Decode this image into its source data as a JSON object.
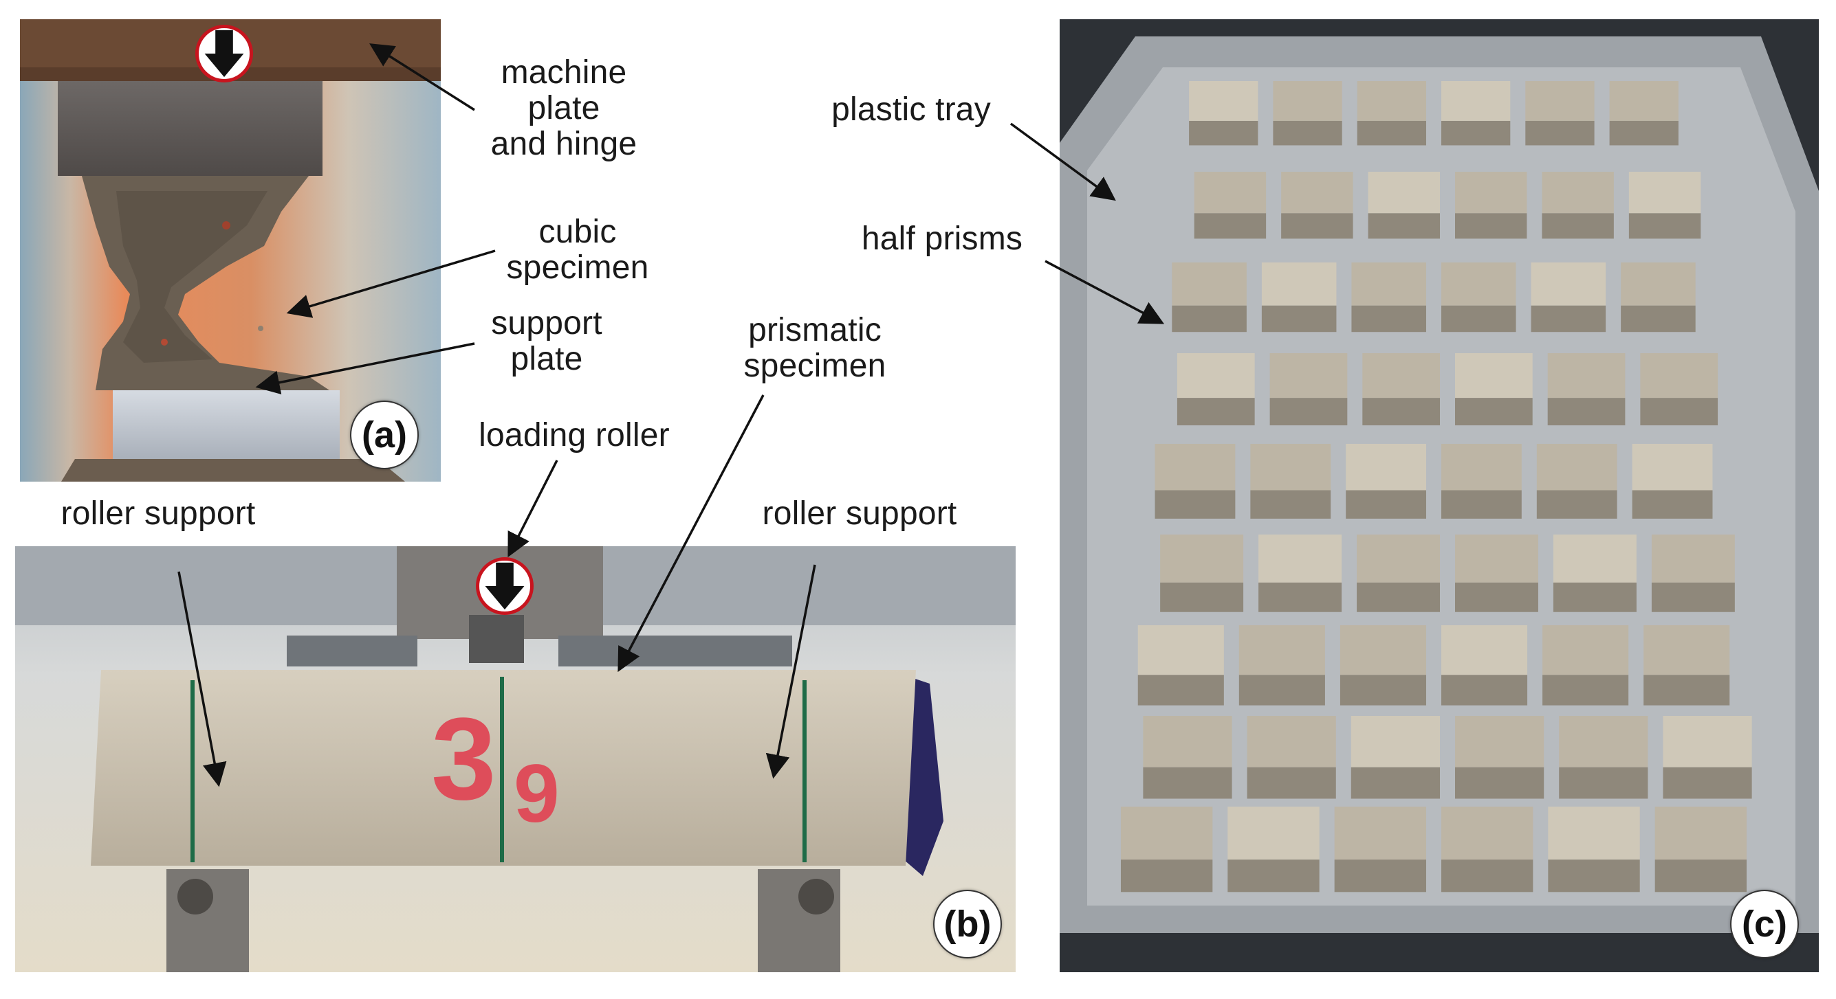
{
  "panels": {
    "a": {
      "tag": "(a)",
      "labels": {
        "machine_plate": "machine\nplate\nand hinge",
        "cubic_specimen": "cubic\nspecimen",
        "support_plate": "support\nplate"
      }
    },
    "b": {
      "tag": "(b)",
      "labels": {
        "loading_roller": "loading roller",
        "prismatic_specimen": "prismatic\nspecimen",
        "roller_support_left": "roller support",
        "roller_support_right": "roller support"
      },
      "specimen_marking": "3",
      "specimen_marking_2": "9"
    },
    "c": {
      "tag": "(c)",
      "labels": {
        "plastic_tray": "plastic tray",
        "half_prisms": "half prisms"
      }
    }
  },
  "colors": {
    "load_marker_ring": "#c8141e",
    "arrow": "#111111",
    "concrete": "#bfb7a8",
    "tray": "#9ea3a8"
  },
  "icons": [
    "down-arrow-icon"
  ]
}
